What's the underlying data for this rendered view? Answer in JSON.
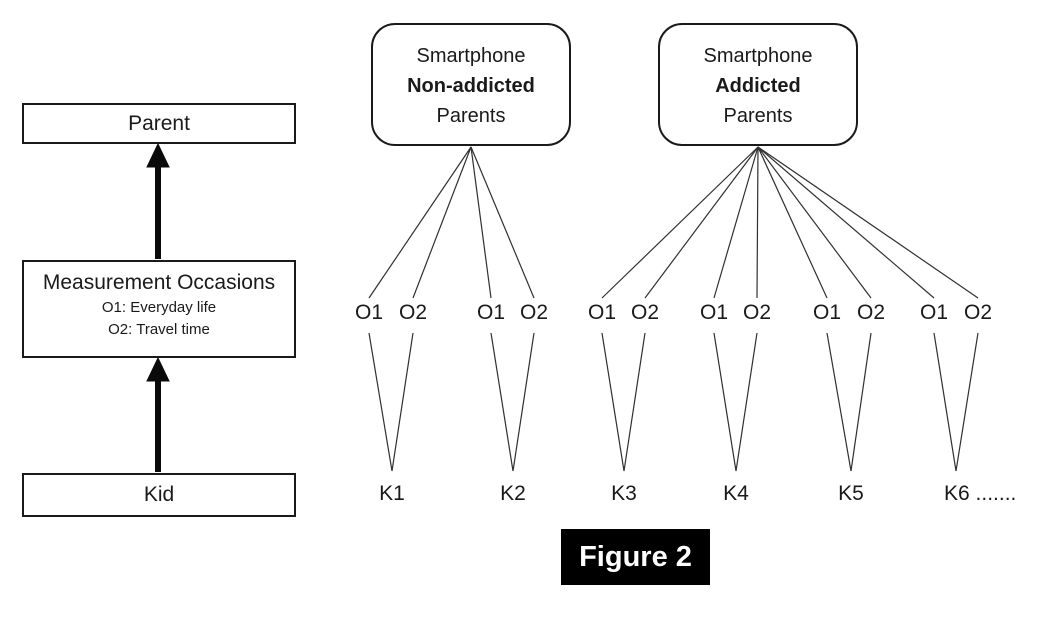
{
  "figure": {
    "caption": "Figure 2"
  },
  "left_panel": {
    "parent_box_label": "Parent",
    "measurement_box": {
      "title": "Measurement Occasions",
      "occasion1": "O1: Everyday life",
      "occasion2": "O2: Travel time"
    },
    "kid_box_label": "Kid"
  },
  "groups": [
    {
      "line1": "Smartphone",
      "emphasis": "Non-addicted",
      "line3": "Parents"
    },
    {
      "line1": "Smartphone",
      "emphasis": "Addicted",
      "line3": "Parents"
    }
  ],
  "occasion_labels": [
    "O1",
    "O2",
    "O1",
    "O2",
    "O1",
    "O2",
    "O1",
    "O2",
    "O1",
    "O2",
    "O1",
    "O2"
  ],
  "kid_labels": [
    "K1",
    "K2",
    "K3",
    "K4",
    "K5",
    "K6 ......."
  ],
  "colors": {
    "background": "#ffffff",
    "line": "#303030",
    "box_border": "#1a1a1a",
    "caption_bg": "#000000",
    "caption_fg": "#ffffff"
  }
}
